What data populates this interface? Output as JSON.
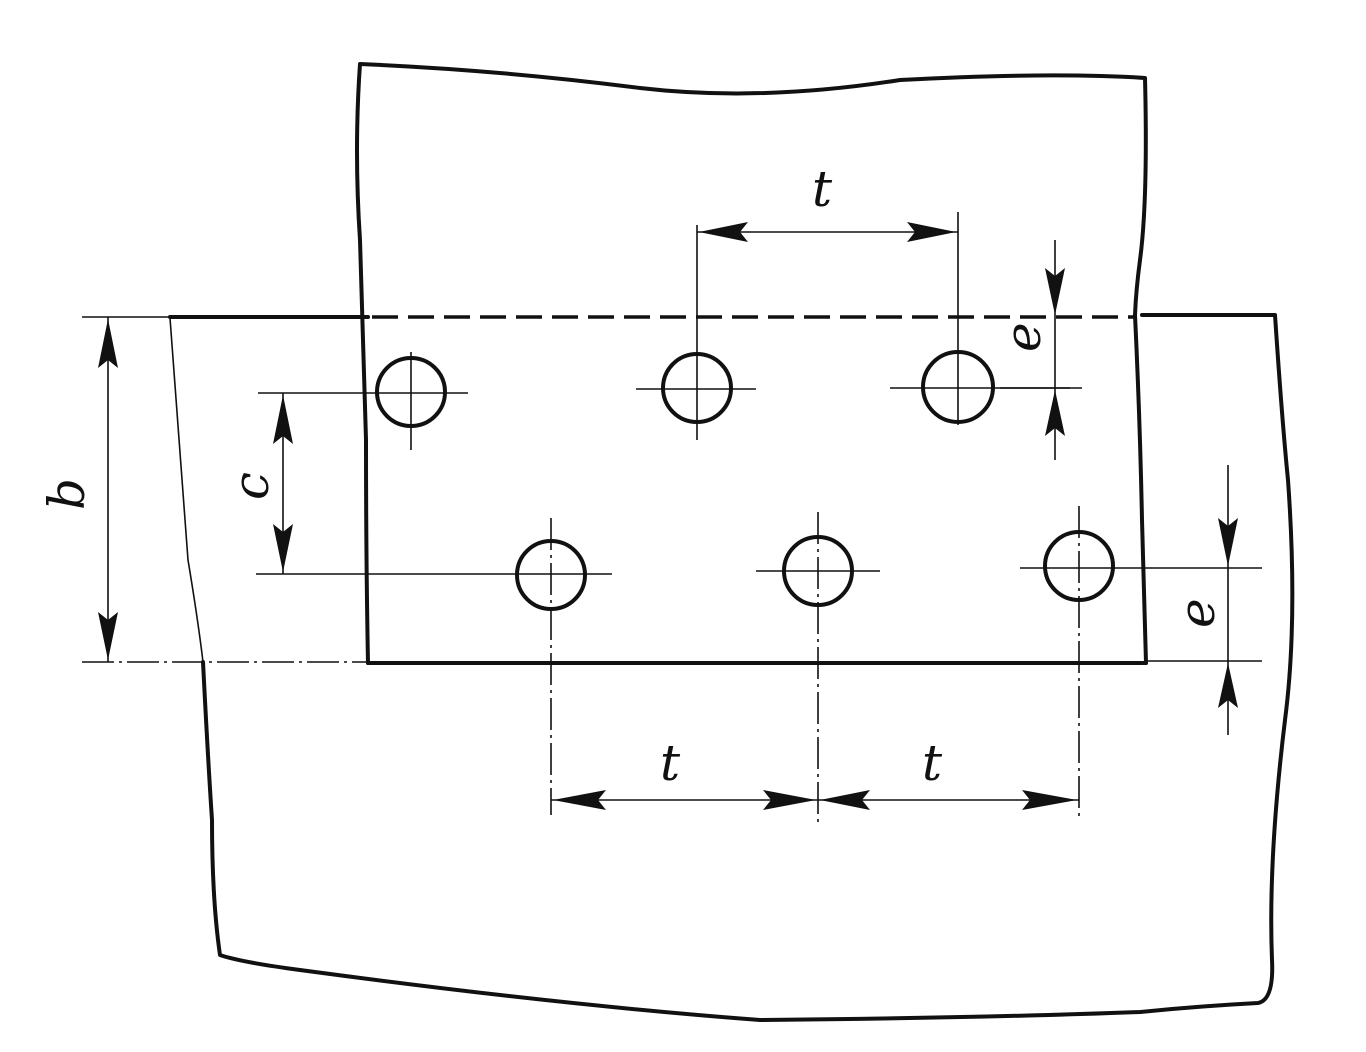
{
  "labels": {
    "top_pitch": "t",
    "bottom_pitch_left": "t",
    "bottom_pitch_right": "t",
    "upper_edge_distance": "e",
    "lower_edge_distance": "e",
    "row_spacing": "c",
    "strip_width": "b"
  },
  "holes": {
    "top_row_count": 3,
    "bottom_row_count": 3
  },
  "colors": {
    "ink": "#111111",
    "paper": "#ffffff"
  }
}
